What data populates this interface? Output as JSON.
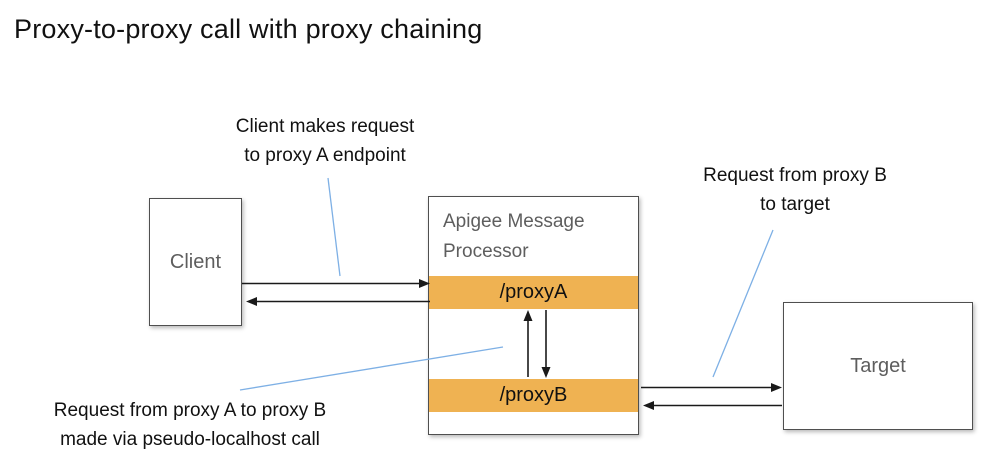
{
  "title": "Proxy-to-proxy call with proxy chaining",
  "colors": {
    "orange": "#EFB252",
    "blue_line": "#7EB0E5",
    "box_border": "#4f4f4f",
    "gray_text": "#5E5E5E",
    "arrow": "#1a1a1a"
  },
  "annotations": {
    "client_request": {
      "line1": "Client makes request",
      "line2": "to proxy A endpoint"
    },
    "proxyb_to_target": {
      "line1": "Request from proxy B",
      "line2": "to target"
    },
    "proxya_to_proxyb": {
      "line1": "Request from proxy A to proxy B",
      "line2": "made via pseudo-localhost call"
    }
  },
  "nodes": {
    "client": {
      "label": "Client"
    },
    "message_processor": {
      "label": "Apigee Message Processor",
      "endpoints": [
        {
          "label": "/proxyA"
        },
        {
          "label": "/proxyB"
        }
      ]
    },
    "target": {
      "label": "Target"
    }
  }
}
